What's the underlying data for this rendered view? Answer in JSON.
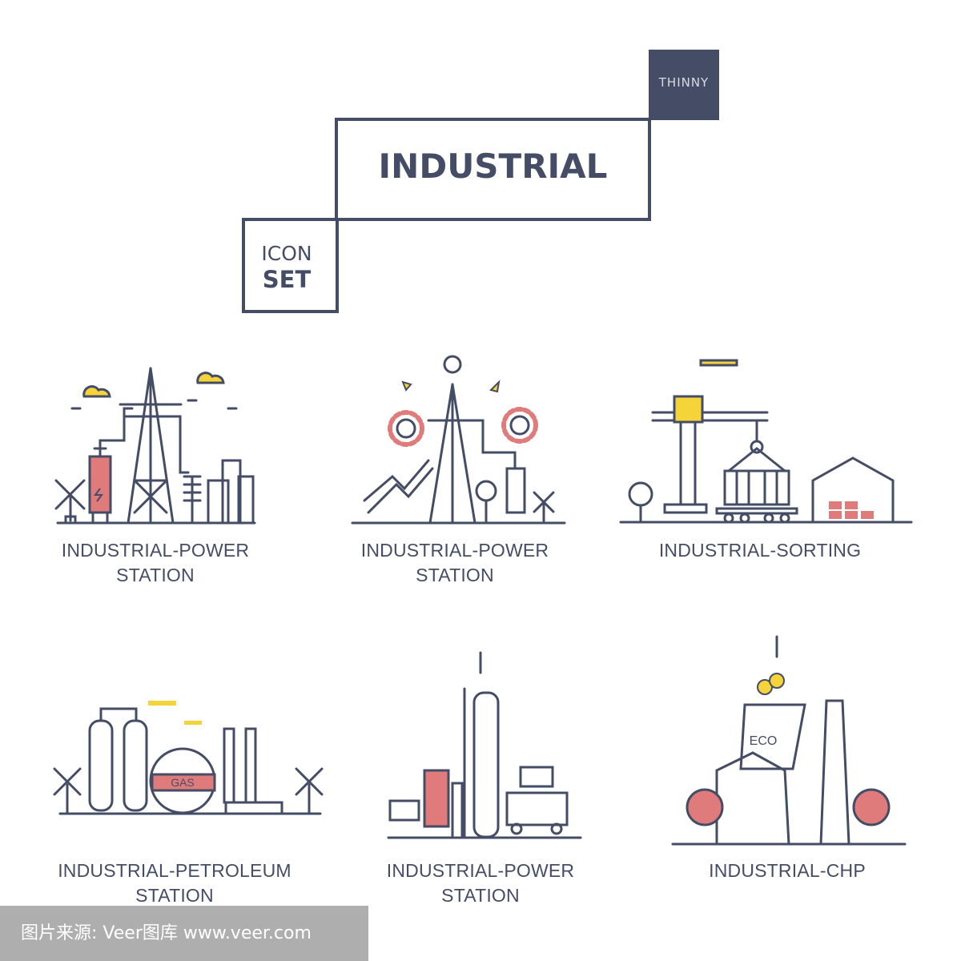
{
  "header": {
    "badge": "THINNY",
    "main_title": "INDUSTRIAL",
    "sub_line1": "ICON",
    "sub_line2": "SET"
  },
  "icons": [
    {
      "name": "industrial-power-station-1",
      "line1": "INDUSTRIAL-POWER",
      "line2": "STATION"
    },
    {
      "name": "industrial-power-station-2",
      "line1": "INDUSTRIAL-POWER",
      "line2": "STATION"
    },
    {
      "name": "industrial-sorting",
      "line1": "INDUSTRIAL-SORTING",
      "line2": ""
    },
    {
      "name": "industrial-petroleum-station",
      "line1": "INDUSTRIAL-PETROLEUM",
      "line2": "STATION",
      "tank_label": "GAS"
    },
    {
      "name": "industrial-power-station-3",
      "line1": "INDUSTRIAL-POWER",
      "line2": "STATION"
    },
    {
      "name": "industrial-chp",
      "line1": "INDUSTRIAL-CHP",
      "line2": "",
      "tower_label": "ECO"
    }
  ],
  "watermark": "图片来源: Veer图库 www.veer.com",
  "colors": {
    "line": "#454d66",
    "accent_red": "#e07b7b",
    "accent_yellow": "#f5d43a"
  }
}
